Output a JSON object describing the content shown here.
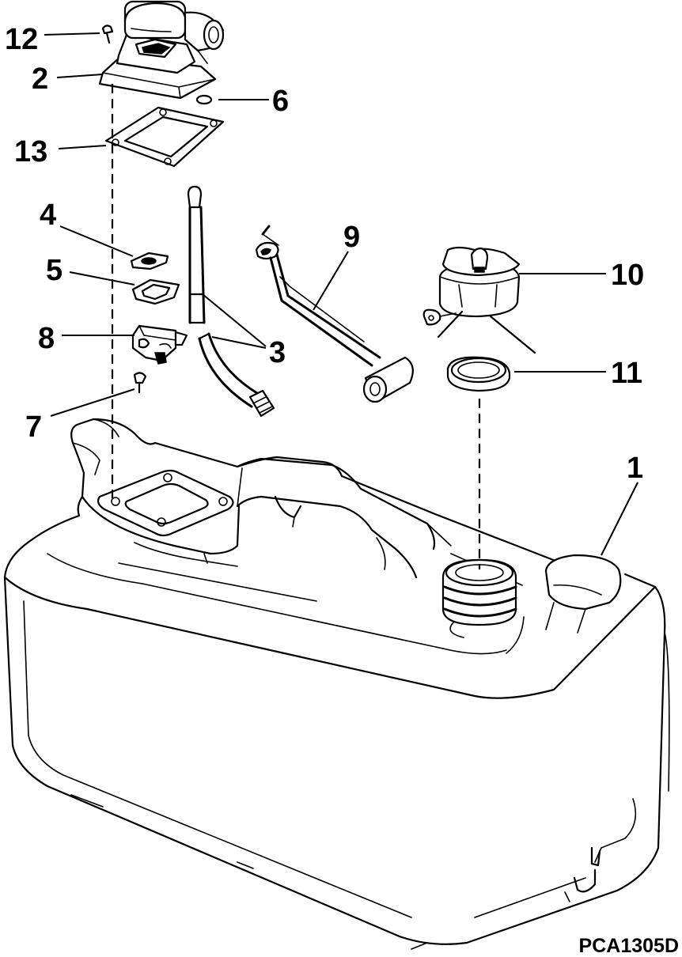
{
  "callouts": {
    "c1": "1",
    "c2": "2",
    "c3": "3",
    "c4": "4",
    "c5": "5",
    "c6": "6",
    "c7": "7",
    "c8": "8",
    "c9": "9",
    "c10": "10",
    "c11": "11",
    "c12": "12",
    "c13": "13"
  },
  "figure_code": "PCA1305D"
}
